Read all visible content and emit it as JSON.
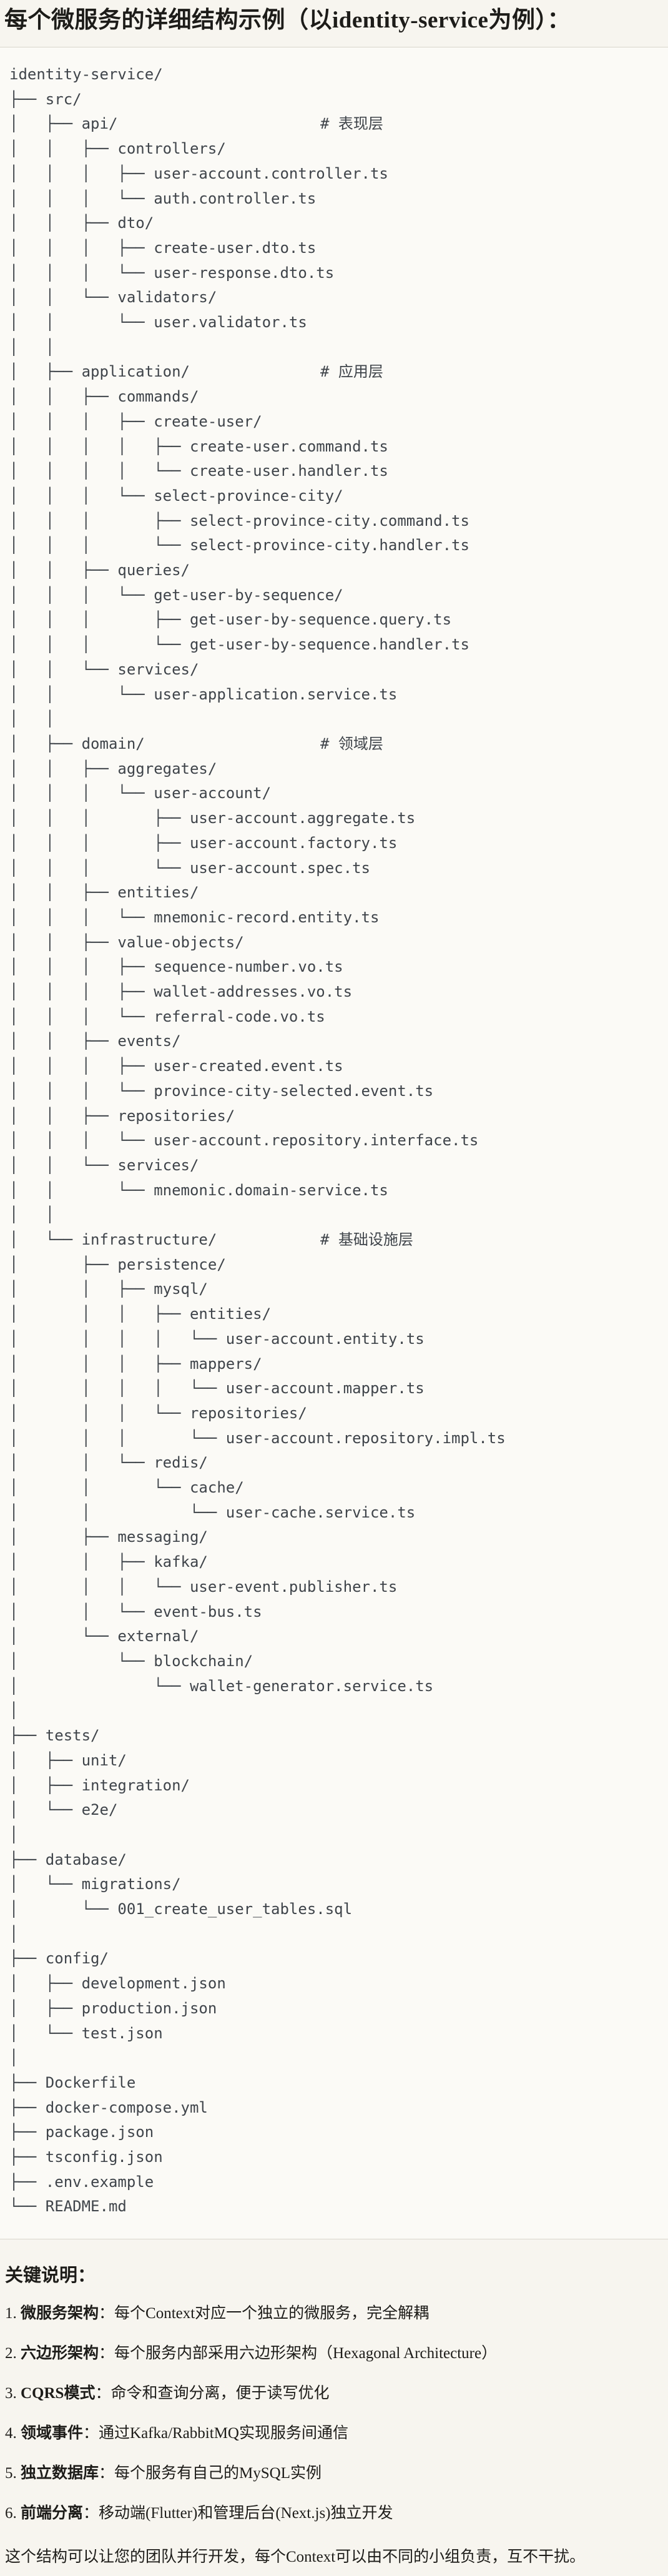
{
  "title": "每个微服务的详细结构示例（以identity-service为例）：",
  "tree": {
    "comment_color": "#3f444a",
    "text_color": "#3f444a",
    "lines": [
      {
        "text": "identity-service/"
      },
      {
        "text": "├── src/"
      },
      {
        "text": "│   ├── api/",
        "comment": "# 表现层"
      },
      {
        "text": "│   │   ├── controllers/"
      },
      {
        "text": "│   │   │   ├── user-account.controller.ts"
      },
      {
        "text": "│   │   │   └── auth.controller.ts"
      },
      {
        "text": "│   │   ├── dto/"
      },
      {
        "text": "│   │   │   ├── create-user.dto.ts"
      },
      {
        "text": "│   │   │   └── user-response.dto.ts"
      },
      {
        "text": "│   │   └── validators/"
      },
      {
        "text": "│   │       └── user.validator.ts"
      },
      {
        "text": "│   │"
      },
      {
        "text": "│   ├── application/",
        "comment": "# 应用层"
      },
      {
        "text": "│   │   ├── commands/"
      },
      {
        "text": "│   │   │   ├── create-user/"
      },
      {
        "text": "│   │   │   │   ├── create-user.command.ts"
      },
      {
        "text": "│   │   │   │   └── create-user.handler.ts"
      },
      {
        "text": "│   │   │   └── select-province-city/"
      },
      {
        "text": "│   │   │       ├── select-province-city.command.ts"
      },
      {
        "text": "│   │   │       └── select-province-city.handler.ts"
      },
      {
        "text": "│   │   ├── queries/"
      },
      {
        "text": "│   │   │   └── get-user-by-sequence/"
      },
      {
        "text": "│   │   │       ├── get-user-by-sequence.query.ts"
      },
      {
        "text": "│   │   │       └── get-user-by-sequence.handler.ts"
      },
      {
        "text": "│   │   └── services/"
      },
      {
        "text": "│   │       └── user-application.service.ts"
      },
      {
        "text": "│   │"
      },
      {
        "text": "│   ├── domain/",
        "comment": "# 领域层"
      },
      {
        "text": "│   │   ├── aggregates/"
      },
      {
        "text": "│   │   │   └── user-account/"
      },
      {
        "text": "│   │   │       ├── user-account.aggregate.ts"
      },
      {
        "text": "│   │   │       ├── user-account.factory.ts"
      },
      {
        "text": "│   │   │       └── user-account.spec.ts"
      },
      {
        "text": "│   │   ├── entities/"
      },
      {
        "text": "│   │   │   └── mnemonic-record.entity.ts"
      },
      {
        "text": "│   │   ├── value-objects/"
      },
      {
        "text": "│   │   │   ├── sequence-number.vo.ts"
      },
      {
        "text": "│   │   │   ├── wallet-addresses.vo.ts"
      },
      {
        "text": "│   │   │   └── referral-code.vo.ts"
      },
      {
        "text": "│   │   ├── events/"
      },
      {
        "text": "│   │   │   ├── user-created.event.ts"
      },
      {
        "text": "│   │   │   └── province-city-selected.event.ts"
      },
      {
        "text": "│   │   ├── repositories/"
      },
      {
        "text": "│   │   │   └── user-account.repository.interface.ts"
      },
      {
        "text": "│   │   └── services/"
      },
      {
        "text": "│   │       └── mnemonic.domain-service.ts"
      },
      {
        "text": "│   │"
      },
      {
        "text": "│   └── infrastructure/",
        "comment": "# 基础设施层"
      },
      {
        "text": "│       ├── persistence/"
      },
      {
        "text": "│       │   ├── mysql/"
      },
      {
        "text": "│       │   │   ├── entities/"
      },
      {
        "text": "│       │   │   │   └── user-account.entity.ts"
      },
      {
        "text": "│       │   │   ├── mappers/"
      },
      {
        "text": "│       │   │   │   └── user-account.mapper.ts"
      },
      {
        "text": "│       │   │   └── repositories/"
      },
      {
        "text": "│       │   │       └── user-account.repository.impl.ts"
      },
      {
        "text": "│       │   └── redis/"
      },
      {
        "text": "│       │       └── cache/"
      },
      {
        "text": "│       │           └── user-cache.service.ts"
      },
      {
        "text": "│       ├── messaging/"
      },
      {
        "text": "│       │   ├── kafka/"
      },
      {
        "text": "│       │   │   └── user-event.publisher.ts"
      },
      {
        "text": "│       │   └── event-bus.ts"
      },
      {
        "text": "│       └── external/"
      },
      {
        "text": "│           └── blockchain/"
      },
      {
        "text": "│               └── wallet-generator.service.ts"
      },
      {
        "text": "│"
      },
      {
        "text": "├── tests/"
      },
      {
        "text": "│   ├── unit/"
      },
      {
        "text": "│   ├── integration/"
      },
      {
        "text": "│   └── e2e/"
      },
      {
        "text": "│"
      },
      {
        "text": "├── database/"
      },
      {
        "text": "│   └── migrations/"
      },
      {
        "text": "│       └── 001_create_user_tables.sql"
      },
      {
        "text": "│"
      },
      {
        "text": "├── config/"
      },
      {
        "text": "│   ├── development.json"
      },
      {
        "text": "│   ├── production.json"
      },
      {
        "text": "│   └── test.json"
      },
      {
        "text": "│"
      },
      {
        "text": "├── Dockerfile"
      },
      {
        "text": "├── docker-compose.yml"
      },
      {
        "text": "├── package.json"
      },
      {
        "text": "├── tsconfig.json"
      },
      {
        "text": "├── .env.example"
      },
      {
        "text": "└── README.md"
      }
    ]
  },
  "notes": {
    "heading": "关键说明：",
    "items": [
      {
        "num": "1.",
        "term": "微服务架构",
        "sep": "：",
        "desc": "每个Context对应一个独立的微服务，完全解耦"
      },
      {
        "num": "2.",
        "term": "六边形架构",
        "sep": "：",
        "desc": "每个服务内部采用六边形架构（Hexagonal Architecture）"
      },
      {
        "num": "3.",
        "term": "CQRS模式",
        "sep": "：",
        "desc": "命令和查询分离，便于读写优化"
      },
      {
        "num": "4.",
        "term": "领域事件",
        "sep": "：",
        "desc": "通过Kafka/RabbitMQ实现服务间通信"
      },
      {
        "num": "5.",
        "term": "独立数据库",
        "sep": "：",
        "desc": "每个服务有自己的MySQL实例"
      },
      {
        "num": "6.",
        "term": "前端分离",
        "sep": "：",
        "desc": "移动端(Flutter)和管理后台(Next.js)独立开发"
      }
    ],
    "footer": "这个结构可以让您的团队并行开发，每个Context可以由不同的小组负责，互不干扰。"
  }
}
